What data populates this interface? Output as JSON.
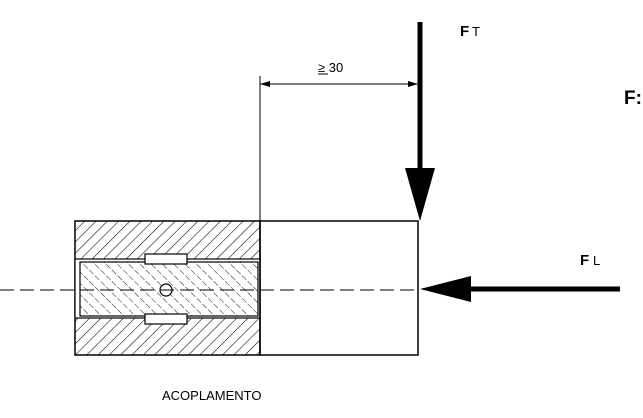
{
  "labels": {
    "force_transverse_main": "F",
    "force_transverse_sub": "T",
    "force_longitudinal_main": "F",
    "force_longitudinal_sub": "L",
    "dimension": "≥ 30",
    "caption": "ACOPLAMENTO",
    "cut_off_label": "F:"
  },
  "colors": {
    "line": "#000000",
    "background": "#ffffff"
  }
}
